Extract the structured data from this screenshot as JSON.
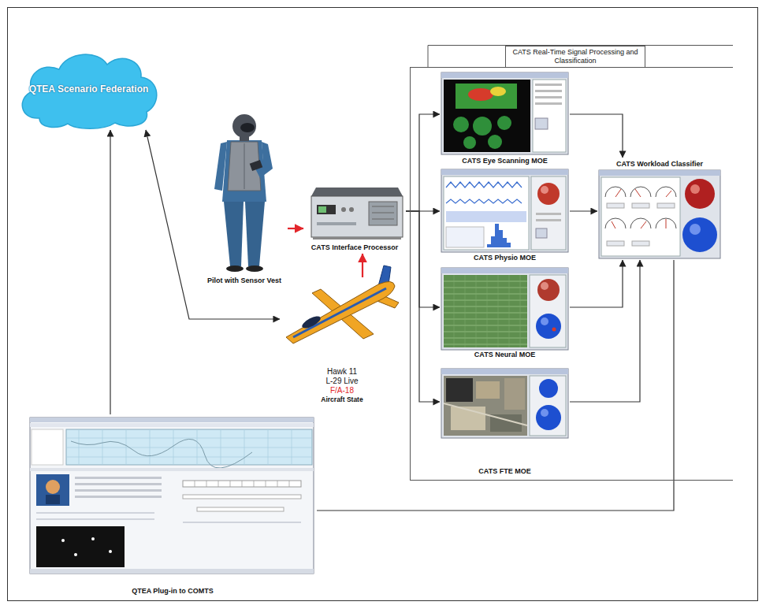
{
  "diagram": {
    "nodes": [
      {
        "text": [
          "QTEA Scenario Federation"
        ]
      },
      {
        "text": [
          "Pilot with Sensor Vest"
        ]
      },
      {
        "text": [
          "CATS Interface Processor"
        ]
      },
      {
        "text": [
          "Hawk 11",
          "L-29 Live",
          "F/A-18",
          "Aircraft State"
        ]
      },
      {
        "text": [
          "CATS Real-Time Signal Processing and Classification"
        ]
      },
      {
        "text": [
          "CATS Eye Scanning MOE"
        ],
        "in": 4
      },
      {
        "text": [
          "CATS Physio MOE"
        ],
        "in": 4
      },
      {
        "text": [
          "CATS Neural MOE"
        ],
        "in": 4
      },
      {
        "text": [
          "CATS FTE MOE"
        ],
        "in": 4
      },
      {
        "text": [
          "CATS Workload Classifier"
        ],
        "in": 4
      },
      {
        "text": [
          "QTEA Plug-in to COMTS"
        ]
      }
    ],
    "edges": [
      {
        "from": 1,
        "to": 2,
        "arrow": "to"
      },
      {
        "from": 3,
        "to": 2,
        "arrow": "to"
      },
      {
        "from": 0,
        "to": 3,
        "arrow": "both"
      },
      {
        "from": 10,
        "to": 0,
        "arrow": "to"
      },
      {
        "from": 2,
        "to": 5,
        "arrow": "to"
      },
      {
        "from": 2,
        "to": 6,
        "arrow": "to"
      },
      {
        "from": 2,
        "to": 7,
        "arrow": "to"
      },
      {
        "from": 2,
        "to": 8,
        "arrow": "to"
      },
      {
        "from": 5,
        "to": 9,
        "arrow": "to"
      },
      {
        "from": 6,
        "to": 9,
        "arrow": "to"
      },
      {
        "from": 7,
        "to": 9,
        "arrow": "to"
      },
      {
        "from": 8,
        "to": 9,
        "arrow": "to"
      },
      {
        "from": 9,
        "to": 10,
        "arrow": "none"
      }
    ]
  }
}
